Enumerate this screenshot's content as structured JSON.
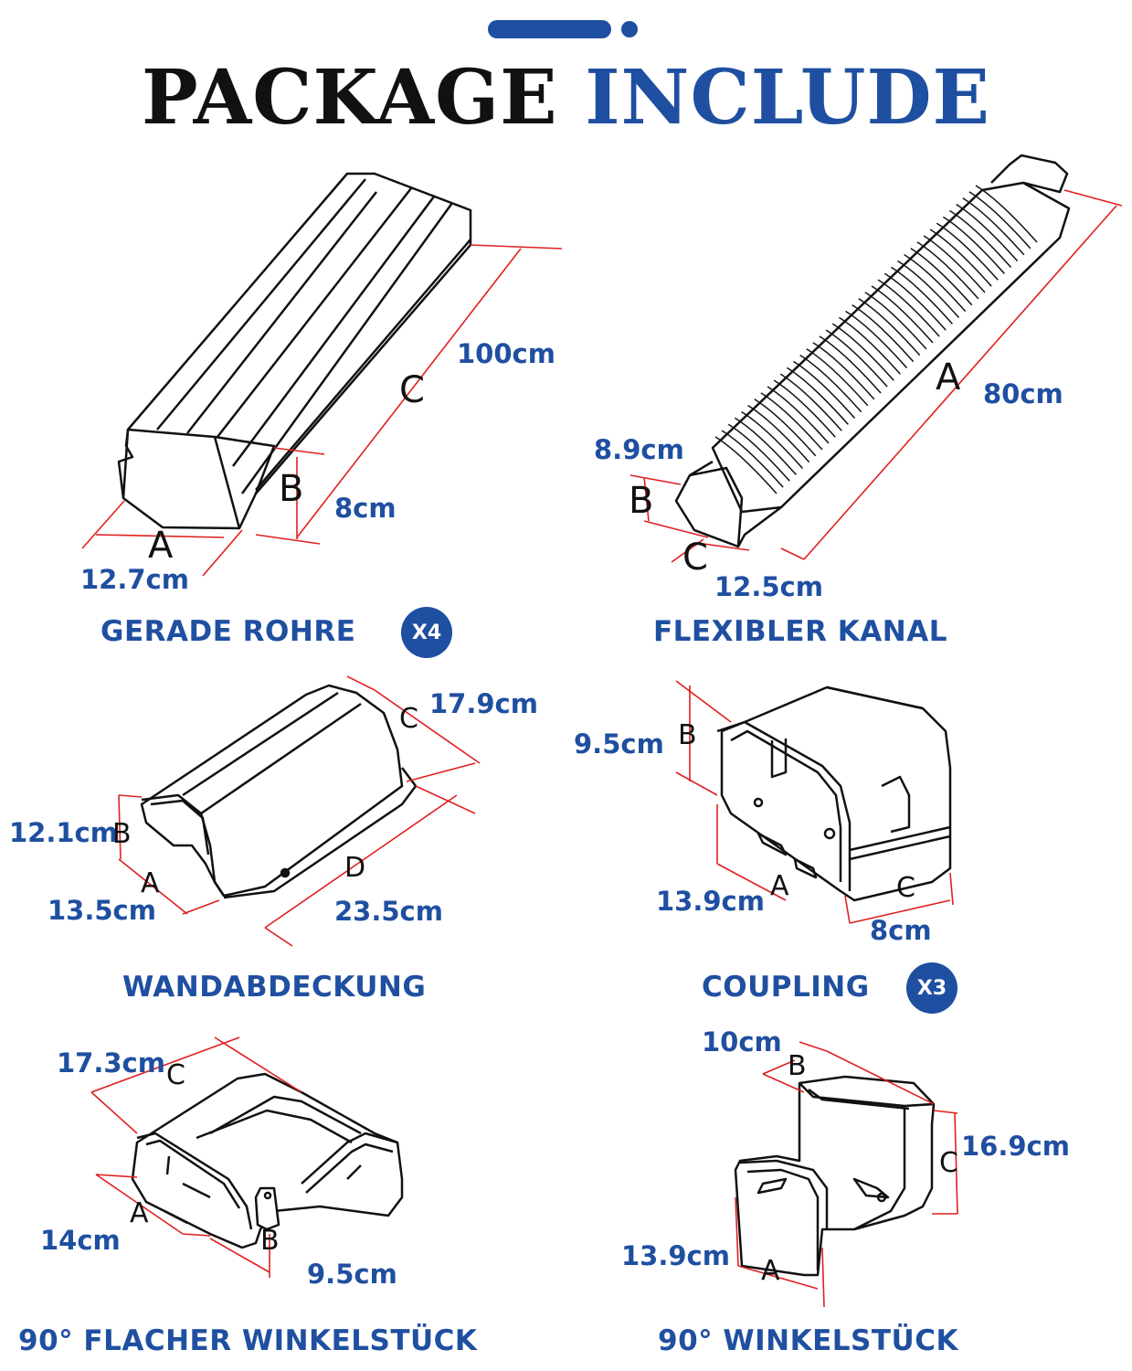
{
  "header": {
    "title_part1": "PACKAGE",
    "title_part2": "INCLUDE"
  },
  "colors": {
    "accent": "#1f4fa0",
    "dimension_line": "#e02020",
    "outline": "#111111"
  },
  "products": [
    {
      "caption": "GERADE ROHRE",
      "quantity": "X4",
      "dimensions": [
        {
          "letter": "A",
          "value": "12.7cm"
        },
        {
          "letter": "B",
          "value": "8cm"
        },
        {
          "letter": "C",
          "value": "100cm"
        }
      ]
    },
    {
      "caption": "FLEXIBLER KANAL",
      "dimensions": [
        {
          "letter": "A",
          "value": "80cm"
        },
        {
          "letter": "B",
          "value": "8.9cm"
        },
        {
          "letter": "C",
          "value": "12.5cm"
        }
      ]
    },
    {
      "caption": "WANDABDECKUNG",
      "dimensions": [
        {
          "letter": "A",
          "value": "13.5cm"
        },
        {
          "letter": "B",
          "value": "12.1cm"
        },
        {
          "letter": "C",
          "value": "17.9cm"
        },
        {
          "letter": "D",
          "value": "23.5cm"
        }
      ]
    },
    {
      "caption": "COUPLING",
      "quantity": "X3",
      "dimensions": [
        {
          "letter": "A",
          "value": "13.9cm"
        },
        {
          "letter": "B",
          "value": "9.5cm"
        },
        {
          "letter": "C",
          "value": "8cm"
        }
      ]
    },
    {
      "caption": "90° FLACHER WINKELSTÜCK",
      "dimensions": [
        {
          "letter": "A",
          "value": "14cm"
        },
        {
          "letter": "B",
          "value": "9.5cm"
        },
        {
          "letter": "C",
          "value": "17.3cm"
        }
      ]
    },
    {
      "caption": "90° WINKELSTÜCK",
      "dimensions": [
        {
          "letter": "A",
          "value": "13.9cm"
        },
        {
          "letter": "B",
          "value": "10cm"
        },
        {
          "letter": "C",
          "value": "16.9cm"
        }
      ]
    }
  ]
}
